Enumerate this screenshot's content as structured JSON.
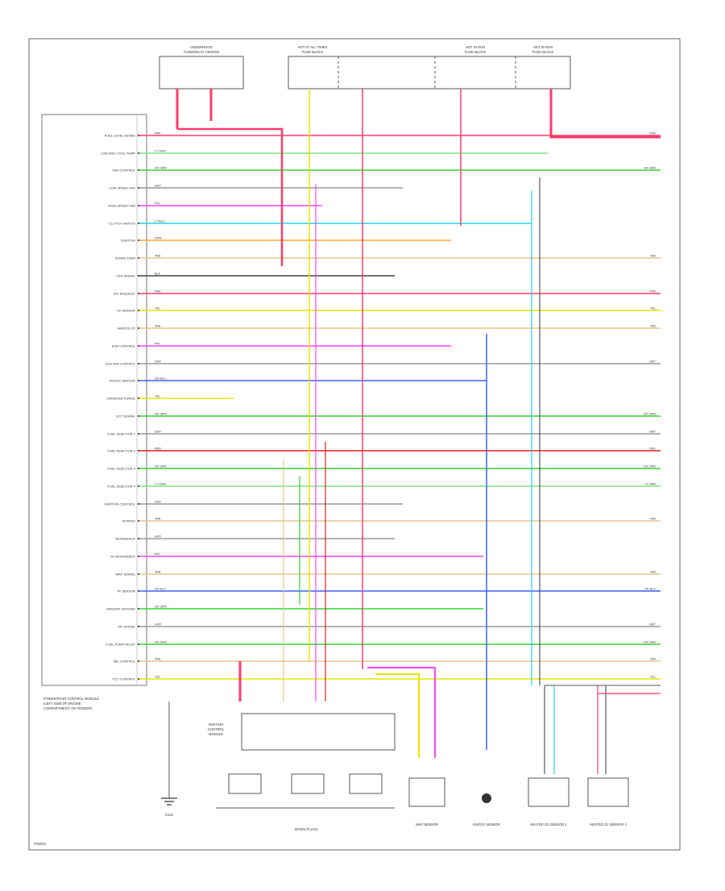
{
  "colors": {
    "pink": "#ff3b6b",
    "green": "#33d433",
    "lightgreen": "#7fe67f",
    "gray": "#9a9a9a",
    "darkgray": "#444444",
    "cyan": "#27d3e6",
    "magenta": "#ff44ff",
    "orange": "#f7a835",
    "yellow": "#e6e600",
    "tan": "#e6c58a",
    "blue": "#3c62ff",
    "red": "#e02020",
    "brown": "#8a5a3a",
    "violet": "#bb55ee",
    "pcmOutline": "#777777",
    "text": "#333333"
  },
  "page": {
    "footer_code": "P00001"
  },
  "pcm": {
    "label_lines": [
      "POWERTRAIN CONTROL MODULE",
      "(LEFT SIDE OF ENGINE",
      "COMPARTMENT, ON FENDER)"
    ]
  },
  "fuses": [
    {
      "name": "fuse-block-left",
      "lines": [
        "UNDERHOOD",
        "FUSE/RELAY CENTER"
      ]
    },
    {
      "name": "fuse-block-mid",
      "lines": [
        "HOT AT ALL TIMES",
        "FUSE BLOCK"
      ]
    },
    {
      "name": "fuse-block-right1",
      "lines": [
        "HOT IN RUN",
        "FUSE BLOCK"
      ]
    },
    {
      "name": "fuse-block-right2",
      "lines": [
        "HOT IN RUN",
        "FUSE BLOCK"
      ]
    }
  ],
  "pcm_pins": [
    {
      "label": "FUEL LEVEL SENSE",
      "color": "pink",
      "code": "PNK"
    },
    {
      "label": "LOW ENG COOL TEMP",
      "color": "lightgreen",
      "code": "LT GRN"
    },
    {
      "label": "FAN CONTROL",
      "color": "green",
      "code": "DK GRN"
    },
    {
      "label": "LOW SPEED FAN",
      "color": "gray",
      "code": "GRY"
    },
    {
      "label": "HIGH SPEED FAN",
      "color": "magenta",
      "code": "PPL"
    },
    {
      "label": "CLUTCH SWITCH",
      "color": "cyan",
      "code": "LT BLU"
    },
    {
      "label": "IGNITION",
      "color": "orange",
      "code": "ORN"
    },
    {
      "label": "SERIAL DATA",
      "color": "tan",
      "code": "TAN"
    },
    {
      "label": "VSS SIGNAL",
      "color": "darkgray",
      "code": "BLK"
    },
    {
      "label": "A/C REQUEST",
      "color": "pink",
      "code": "PNK"
    },
    {
      "label": "O2 SENSOR",
      "color": "yellow",
      "code": "YEL"
    },
    {
      "label": "HEATED O2",
      "color": "tan",
      "code": "TAN"
    },
    {
      "label": "EGR CONTROL",
      "color": "magenta",
      "code": "PPL"
    },
    {
      "label": "IDLE AIR CONTROL",
      "color": "gray",
      "code": "GRY"
    },
    {
      "label": "KNOCK SENSOR",
      "color": "blue",
      "code": "DK BLU"
    },
    {
      "label": "CANISTER PURGE",
      "color": "yellow",
      "code": "YEL"
    },
    {
      "label": "ECT SIGNAL",
      "color": "green",
      "code": "DK GRN"
    },
    {
      "label": "FUEL INJECTOR 1",
      "color": "gray",
      "code": "GRY"
    },
    {
      "label": "FUEL INJECTOR 2",
      "color": "red",
      "code": "RED"
    },
    {
      "label": "FUEL INJECTOR 3",
      "color": "green",
      "code": "DK GRN"
    },
    {
      "label": "FUEL INJECTOR 4",
      "color": "lightgreen",
      "code": "LT GRN"
    },
    {
      "label": "IGNITION CONTROL",
      "color": "gray",
      "code": "GRY"
    },
    {
      "label": "BYPASS",
      "color": "tan",
      "code": "TAN"
    },
    {
      "label": "REFERENCE",
      "color": "gray",
      "code": "GRY"
    },
    {
      "label": "5V REFERENCE",
      "color": "magenta",
      "code": "PPL"
    },
    {
      "label": "MAP SIGNAL",
      "color": "tan",
      "code": "TAN"
    },
    {
      "label": "TP SENSOR",
      "color": "blue",
      "code": "DK BLU"
    },
    {
      "label": "SENSOR GROUND",
      "color": "green",
      "code": "DK GRN"
    },
    {
      "label": "IAT SIGNAL",
      "color": "gray",
      "code": "GRY"
    },
    {
      "label": "FUEL PUMP RELAY",
      "color": "green",
      "code": "DK GRN"
    },
    {
      "label": "MIL CONTROL",
      "color": "tan",
      "code": "TAN"
    },
    {
      "label": "TCC CONTROL",
      "color": "yellow",
      "code": "YEL"
    }
  ],
  "components": [
    {
      "name": "ignition-coil-module",
      "lines": [
        "IGNITION",
        "CONTROL",
        "MODULE"
      ]
    },
    {
      "name": "spark-plugs",
      "lines": [
        "SPARK PLUGS"
      ]
    },
    {
      "name": "map-sensor",
      "lines": [
        "MAP SENSOR"
      ]
    },
    {
      "name": "knock-sensor",
      "lines": [
        "KNOCK SENSOR"
      ]
    },
    {
      "name": "o2-sensor-1",
      "lines": [
        "HEATED O2 SENSOR 1"
      ]
    },
    {
      "name": "o2-sensor-2",
      "lines": [
        "HEATED O2 SENSOR 2"
      ]
    },
    {
      "name": "ground-g101",
      "lines": [
        "G101"
      ]
    }
  ]
}
